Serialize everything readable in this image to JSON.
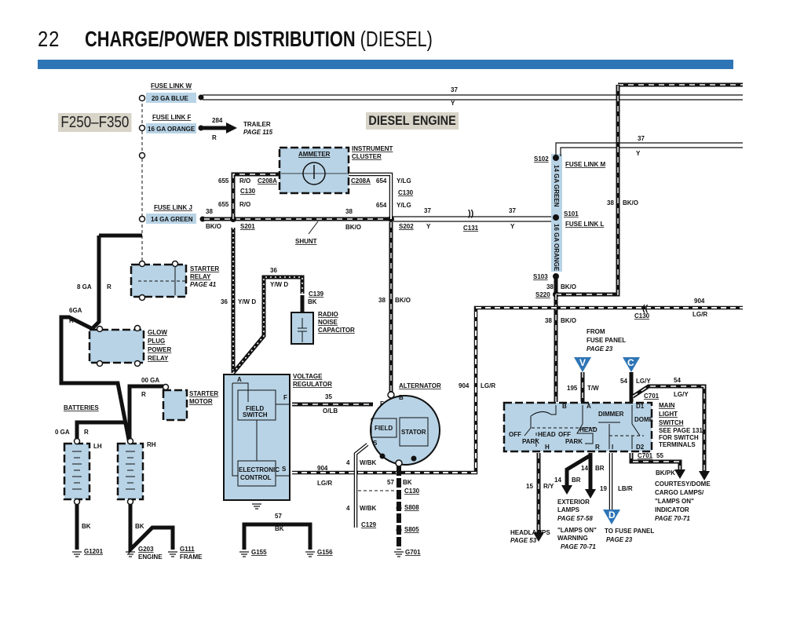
{
  "header": {
    "page_number": "22",
    "title": "CHARGE/POWER DISTRIBUTION",
    "title_suffix": "(DIESEL)",
    "accent_color": "#2e75b6"
  },
  "tags": {
    "model": "F250–F350",
    "engine": "DIESEL ENGINE"
  },
  "fuse_links": [
    {
      "name": "FUSE LINK W",
      "spec": "20 GA BLUE"
    },
    {
      "name": "FUSE LINK F",
      "spec": "16 GA ORANGE"
    },
    {
      "name": "FUSE LINK J",
      "spec": "14 GA GREEN"
    },
    {
      "name": "FUSE LINK M",
      "spec": "14 GA GREEN"
    },
    {
      "name": "FUSE LINK L",
      "spec": "16 GA ORANGE"
    }
  ],
  "components": {
    "ammeter": "AMMETER",
    "instrument_cluster": [
      "INSTRUMENT",
      "CLUSTER"
    ],
    "starter_relay": [
      "STARTER",
      "RELAY"
    ],
    "starter_relay_page": "PAGE 41",
    "glow_plug_relay": [
      "GLOW",
      "PLUG",
      "POWER",
      "RELAY"
    ],
    "radio_noise_capacitor": [
      "RADIO",
      "NOISE",
      "CAPACITOR"
    ],
    "starter_motor": [
      "STARTER",
      "MOTOR"
    ],
    "batteries": "BATTERIES",
    "battery_lh": "LH",
    "battery_rh": "RH",
    "voltage_regulator": [
      "VOLTAGE",
      "REGULATOR"
    ],
    "field_switch": [
      "FIELD",
      "SWITCH"
    ],
    "electronic_control": [
      "ELECTRONIC",
      "CONTROL"
    ],
    "alternator": "ALTERNATOR",
    "field": "FIELD",
    "stator": "STATOR",
    "main_light_switch": [
      "MAIN",
      "LIGHT",
      "SWITCH"
    ],
    "switch_note": [
      "SEE PAGE 131",
      "FOR SWITCH",
      "TERMINALS"
    ],
    "shunt": "SHUNT",
    "dimmer": "DIMMER",
    "dome": "DOME",
    "off": "OFF",
    "park": "PARK",
    "head": "HEAD"
  },
  "wires": {
    "w37": "37",
    "y": "Y",
    "w284": "284",
    "r": "R",
    "w655": "655",
    "ro": "R/O",
    "w654": "654",
    "ylg": "Y/LG",
    "w38": "38",
    "bko": "BK/O",
    "w36": "36",
    "ywd": "Y/W D",
    "bk": "BK",
    "w35": "35",
    "olb": "O/LB",
    "w904": "904",
    "lgr": "LG/R",
    "w4": "4",
    "wbk": "W/BK",
    "w57": "57",
    "w195": "195",
    "tw": "T/W",
    "w54": "54",
    "lgy": "LG/Y",
    "w55": "55",
    "bkpk": "BK/PK",
    "w14": "14",
    "br": "BR",
    "w15": "15",
    "ry": "R/Y",
    "w19": "19",
    "lbr": "LB/R",
    "ga8": "8 GA",
    "ga6": "6GA",
    "ga00": "00 GA",
    "ga0": "0 GA"
  },
  "connectors": {
    "c208a": "C208A",
    "c130": "C130",
    "c131": "C131",
    "c139": "C139",
    "c129": "C129",
    "c701": "C701",
    "s201": "S201",
    "s202": "S202",
    "s101": "S101",
    "s102": "S102",
    "s103": "S103",
    "s220": "S220",
    "s808": "S808",
    "s805": "S805",
    "g1201": "G1201",
    "g203": "G203",
    "g111": "G111",
    "g155": "G155",
    "g156": "G156",
    "g701": "G701",
    "engine": "ENGINE",
    "frame": "FRAME"
  },
  "terminals": {
    "a": "A",
    "b": "B",
    "f": "F",
    "s": "S",
    "h": "H",
    "r": "R",
    "i": "I",
    "d1": "D1",
    "d2": "D2"
  },
  "references": {
    "trailer": "TRAILER",
    "trailer_page": "PAGE 115",
    "from_fuse_panel": [
      "FROM",
      "FUSE PANEL"
    ],
    "from_fuse_panel_page": "PAGE 23",
    "marker_v": "V",
    "marker_c": "C",
    "marker_d": "D",
    "headlamps": "HEADLAMPS",
    "headlamps_page": "PAGE 53",
    "exterior_lamps": [
      "EXTERIOR",
      "LAMPS"
    ],
    "exterior_lamps_page": "PAGE 57-58",
    "lamps_on_warning": [
      "\"LAMPS ON\"",
      "WARNING"
    ],
    "lamps_on_warning_page": "PAGE 70-71",
    "to_fuse_panel": "TO FUSE PANEL",
    "to_fuse_panel_page": "PAGE 23",
    "courtesy": [
      "COURTESY/DOME",
      "CARGO LAMPS/",
      "\"LAMPS ON\"",
      "INDICATOR"
    ],
    "courtesy_page": "PAGE 70-71"
  }
}
